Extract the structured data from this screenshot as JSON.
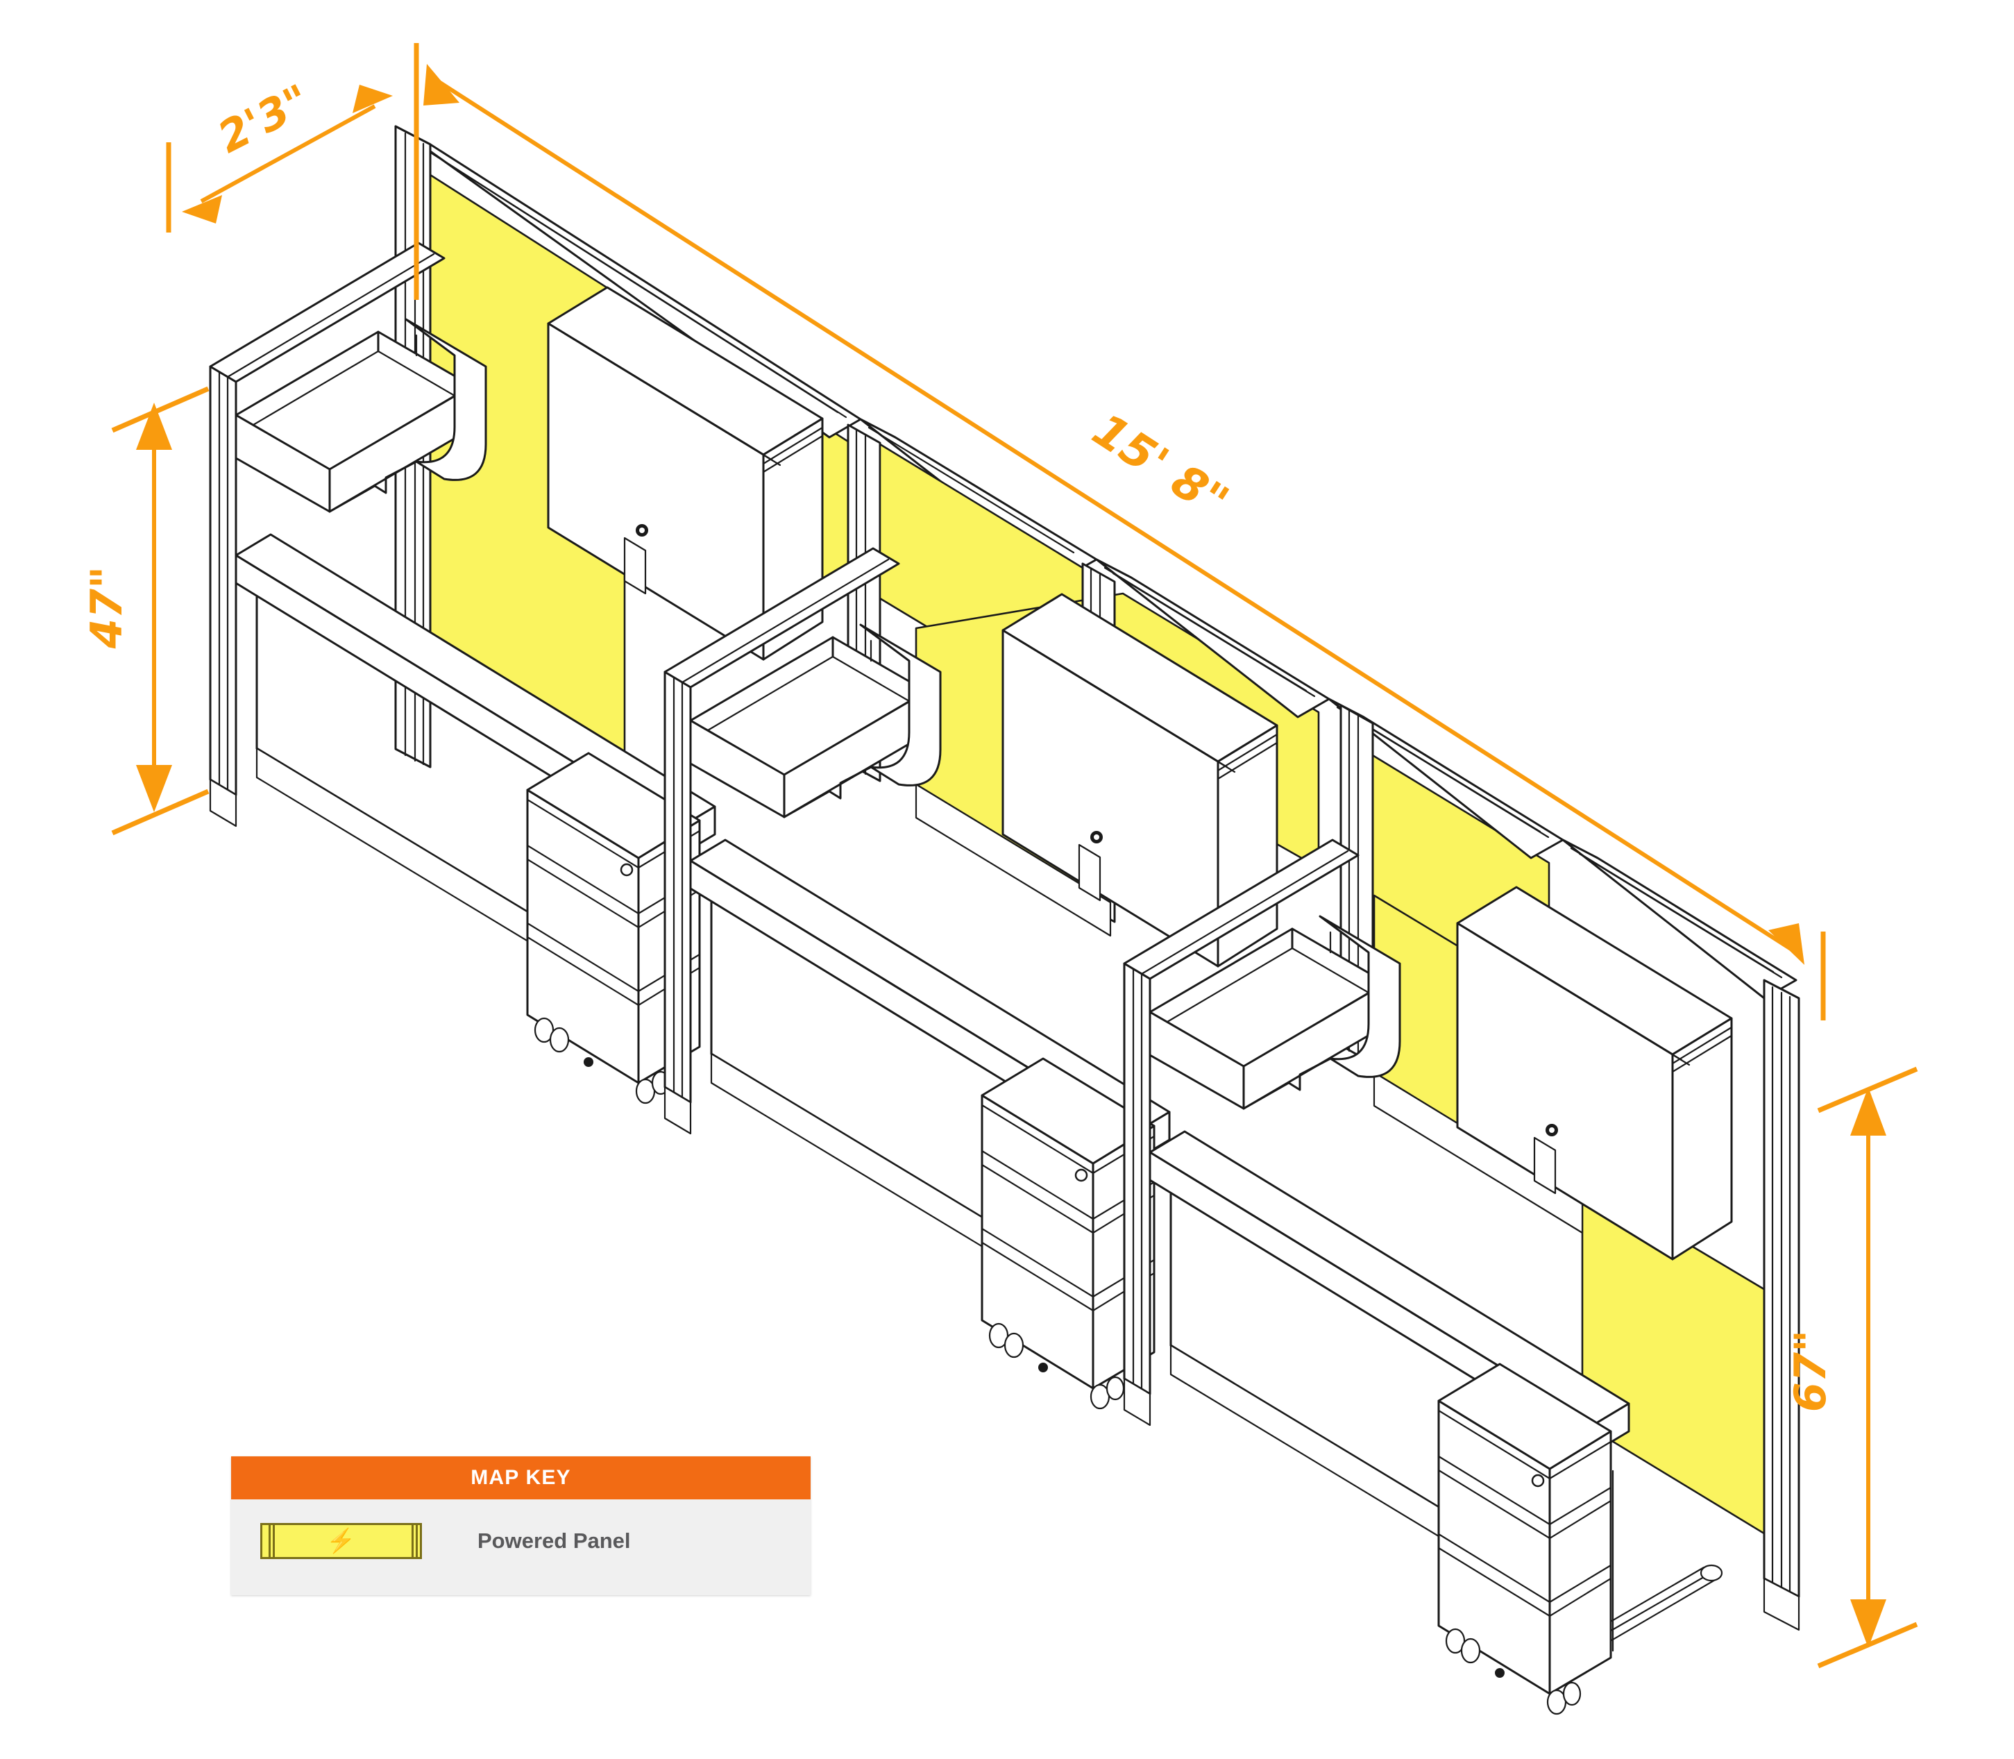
{
  "drawing": {
    "type": "isometric-technical-drawing",
    "subject": "3-person powered cubicle workstation run",
    "workstation_count": 3
  },
  "dimensions": {
    "depth": {
      "value": "2'3\"",
      "name": "panel-depth"
    },
    "length": {
      "value": "15' 8\"",
      "name": "overall-run-length"
    },
    "height_left": {
      "value": "47\"",
      "name": "panel-height-low"
    },
    "height_right": {
      "value": "67\"",
      "name": "panel-height-high"
    }
  },
  "legend": {
    "title": "MAP KEY",
    "header_color": "#f26b14",
    "body_color": "#f0f0f0",
    "items": [
      {
        "label": "Powered Panel",
        "swatch_color": "#faf45f",
        "swatch_border": "#7a6f18",
        "icon": "lightning-bolt-icon",
        "glyph": "⚡"
      }
    ]
  },
  "colors": {
    "panel_yellow": "#faf45f",
    "dimension_orange": "#f99b0e",
    "line_black": "#1a1a1a",
    "surface_white": "#ffffff",
    "legend_orange": "#f26b14",
    "legend_gray": "#f0f0f0",
    "text_gray": "#59595b"
  },
  "components": [
    {
      "name": "powered-panel",
      "count": 6,
      "color": "#faf45f"
    },
    {
      "name": "overhead-storage-bin",
      "count": 3
    },
    {
      "name": "work-surface",
      "count": 3
    },
    {
      "name": "paper-tray-organizer",
      "count": 3
    },
    {
      "name": "mobile-pedestal-3-drawer",
      "count": 3
    },
    {
      "name": "end-panel",
      "count": 3
    }
  ]
}
